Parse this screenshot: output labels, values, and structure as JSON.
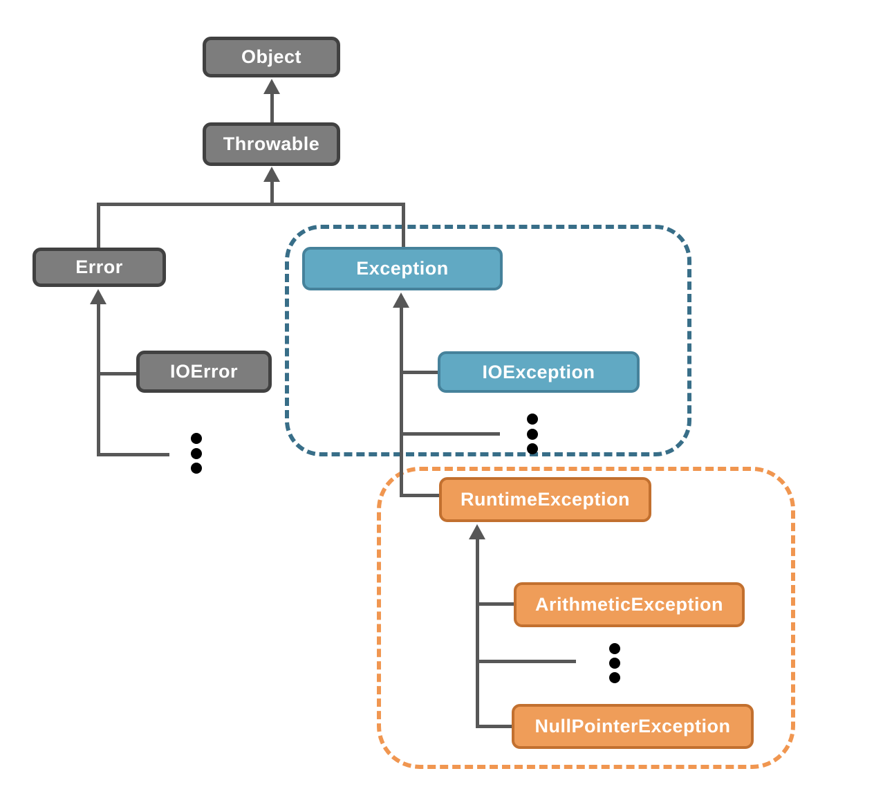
{
  "theme": {
    "line-color": "#575757",
    "gray-fill": "#7d7d7d",
    "gray-border": "#414141",
    "blue-fill": "#61a9c3",
    "blue-border": "#46829b",
    "blue-dash": "#386e88",
    "orange-fill": "#ef9d59",
    "orange-border": "#c2702f",
    "orange-dash": "#f09650",
    "dot-color": "#000000",
    "label-color": "#ffffff",
    "background": "#ffffff"
  },
  "nodes": {
    "object": {
      "label": "Object",
      "style": "gray"
    },
    "throwable": {
      "label": "Throwable",
      "style": "gray"
    },
    "error": {
      "label": "Error",
      "style": "gray"
    },
    "ioerror": {
      "label": "IOError",
      "style": "gray"
    },
    "exception": {
      "label": "Exception",
      "style": "blue"
    },
    "ioexception": {
      "label": "IOException",
      "style": "blue"
    },
    "runtime": {
      "label": "RuntimeException",
      "style": "orange"
    },
    "arithmetic": {
      "label": "ArithmeticException",
      "style": "orange"
    },
    "nullpointer": {
      "label": "NullPointerException",
      "style": "orange"
    }
  },
  "edges": [
    {
      "from": "throwable",
      "to": "object",
      "type": "arrow-up"
    },
    {
      "from": "error",
      "to": "throwable",
      "type": "arrow-up"
    },
    {
      "from": "exception",
      "to": "throwable",
      "type": "arrow-up"
    },
    {
      "from": "ioerror",
      "to": "error",
      "type": "branch"
    },
    {
      "from": "more-error-subclasses",
      "to": "error",
      "type": "branch-ellipsis"
    },
    {
      "from": "ioexception",
      "to": "exception",
      "type": "branch"
    },
    {
      "from": "more-exception-subclasses",
      "to": "exception",
      "type": "branch-ellipsis"
    },
    {
      "from": "runtime",
      "to": "exception",
      "type": "branch"
    },
    {
      "from": "arithmetic",
      "to": "runtime",
      "type": "branch"
    },
    {
      "from": "more-runtime-subclasses",
      "to": "runtime",
      "type": "branch-ellipsis"
    },
    {
      "from": "nullpointer",
      "to": "runtime",
      "type": "branch"
    }
  ],
  "groups": {
    "blue_group": {
      "style": "blue-dashed",
      "contains": [
        "exception",
        "ioexception"
      ]
    },
    "orange_group": {
      "style": "orange-dashed",
      "contains": [
        "runtime",
        "arithmetic",
        "nullpointer"
      ]
    }
  },
  "ellipsis_markers": [
    {
      "under": "error",
      "dots": 3
    },
    {
      "under": "exception",
      "dots": 3
    },
    {
      "under": "runtime",
      "dots": 3
    }
  ]
}
